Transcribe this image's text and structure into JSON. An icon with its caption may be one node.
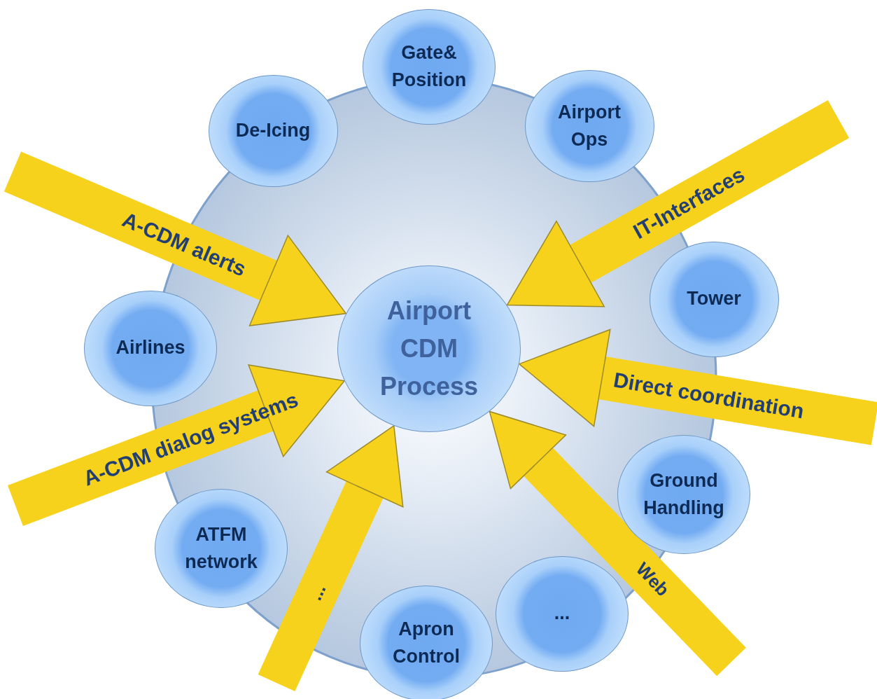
{
  "diagram": {
    "nodes": [
      {
        "text": [
          "Gate& Position"
        ]
      },
      {
        "text": [
          "De-Icing"
        ]
      },
      {
        "text": [
          "Airport Ops"
        ]
      },
      {
        "text": [
          "Airport CDM Process"
        ]
      },
      {
        "text": [
          "Tower"
        ]
      },
      {
        "text": [
          "Airlines"
        ]
      },
      {
        "text": [
          "Ground Handling"
        ]
      },
      {
        "text": [
          "ATFM network"
        ]
      },
      {
        "text": [
          "..."
        ]
      },
      {
        "text": [
          "Apron Control"
        ]
      }
    ],
    "edges": [
      {
        "from": null,
        "to": 3,
        "arrow": "to",
        "label": "A-CDM alerts"
      },
      {
        "from": null,
        "to": 3,
        "arrow": "to",
        "label": "IT-Interfaces"
      },
      {
        "from": null,
        "to": 3,
        "arrow": "to",
        "label": "Direct coordination"
      },
      {
        "from": null,
        "to": 3,
        "arrow": "to",
        "label": "A-CDM dialog systems"
      },
      {
        "from": null,
        "to": 3,
        "arrow": "to",
        "label": "Web"
      },
      {
        "from": null,
        "to": 3,
        "arrow": "to",
        "label": "..."
      }
    ]
  }
}
